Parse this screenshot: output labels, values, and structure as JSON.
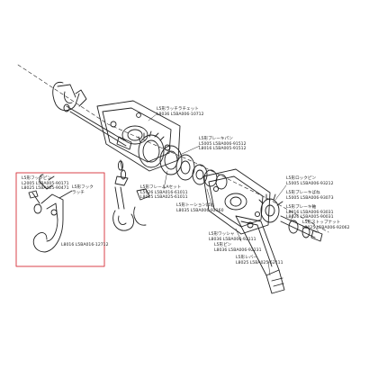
{
  "callouts": {
    "ratchet_pawl": {
      "name": "L5形ラッチラチェット",
      "codes": [
        "L8036 L5BA006-10712"
      ]
    },
    "brake_pawl": {
      "name": "L5形ブレーキパン",
      "codes": [
        "L5005 L5BA006-91512",
        "L8016 L5BA005-91512"
      ]
    },
    "frame_plate": {
      "name": "L5形フレームAセット",
      "codes": [
        "L5026 L5BA016-61011",
        "L8025 L5BA025-61011"
      ]
    },
    "lock_pin": {
      "name": "L5形ロックピン",
      "codes": [
        "L5005 L5BA006-93212"
      ]
    },
    "brake_spring": {
      "name": "L5形ブレーキばね",
      "codes": [
        "L5005 L5BA006-93073"
      ]
    },
    "brake_shaft": {
      "name": "L5形ブレーキ軸",
      "codes": [
        "L8016 L5BA006-93031",
        "L8026 L5BA005-90031"
      ]
    },
    "stop_nut": {
      "name": "L5形ストップナット",
      "codes": [
        "L8025 L5BA006-92062"
      ]
    },
    "washer": {
      "name": "L5形ワッシャ",
      "codes": [
        "L8036 L5BA006-92111"
      ]
    },
    "torsion_spring": {
      "name": "L5形トーションばね",
      "codes": [
        "L8035 L5BA006-92160"
      ]
    },
    "pin": {
      "name": "L5形ピン",
      "codes": [
        "L8036 L5BA006-92231"
      ]
    },
    "lever": {
      "name": "L5形レバー",
      "codes": [
        "L8025 L5BA025-52111"
      ]
    },
    "inset_hook_pin": {
      "name": "L5形フックピン",
      "codes": [
        "L2005 L5BA005-90171",
        "L8025 L5BA025-90471"
      ]
    },
    "inset_latch": {
      "name": "L5形フック",
      "codes": [
        "ラッチ"
      ]
    },
    "inset_hook": {
      "name": "L8016 L5BA016-12712",
      "codes": []
    }
  },
  "colors": {
    "line": "#222222",
    "inset_border": "#d9404a",
    "background": "#ffffff"
  }
}
